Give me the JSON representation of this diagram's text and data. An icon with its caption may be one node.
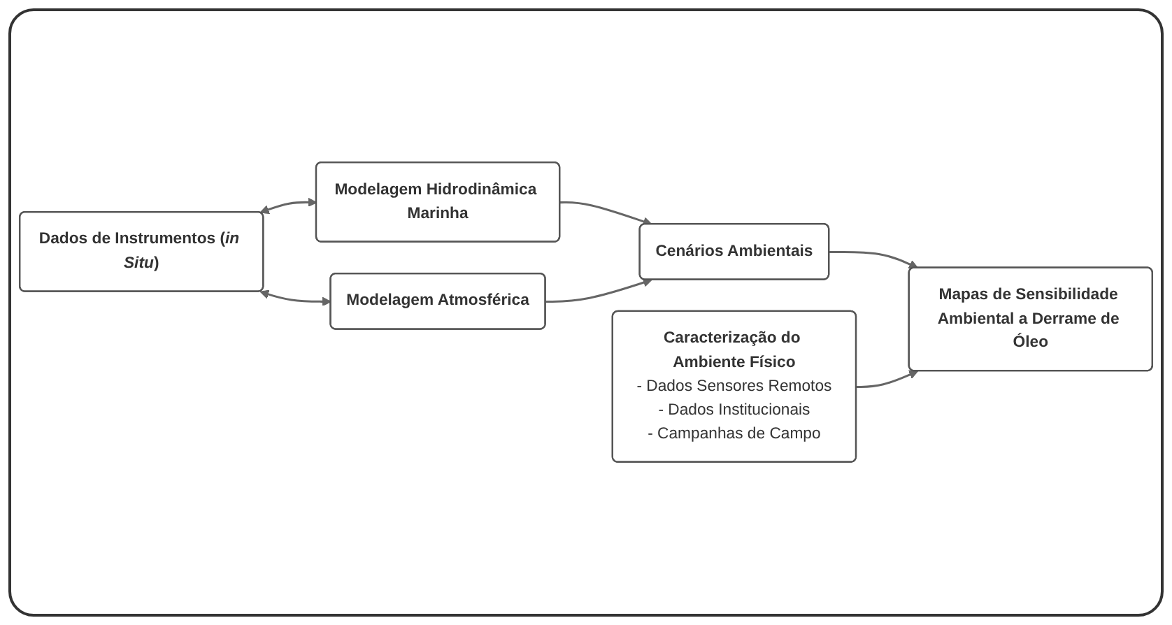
{
  "diagram": {
    "nodes": [
      {
        "text": [
          "Modelagem Hidrodinâmica Marinha"
        ]
      },
      {
        "text": [
          "Dados de Instrumentos (*in Situ*)"
        ]
      },
      {
        "text": [
          "Modelagem Atmosférica"
        ]
      },
      {
        "text": [
          "Cenários Ambientais"
        ]
      },
      {
        "text": [
          "Caracterização do Ambiente Físico",
          "- Dados Sensores Remotos",
          "- Dados Institucionais",
          "- Campanhas de Campo"
        ]
      },
      {
        "text": [
          "Mapas de Sensibilidade Ambiental a Derrame de Óleo"
        ]
      }
    ],
    "edges": [
      {
        "from": 0,
        "to": 3,
        "arrow": "to"
      },
      {
        "from": 1,
        "to": 0,
        "arrow": "both"
      },
      {
        "from": 1,
        "to": 2,
        "arrow": "both"
      },
      {
        "from": 2,
        "to": 3,
        "arrow": "to"
      },
      {
        "from": 3,
        "to": 5,
        "arrow": "to"
      },
      {
        "from": 4,
        "to": 5,
        "arrow": "to"
      }
    ]
  }
}
